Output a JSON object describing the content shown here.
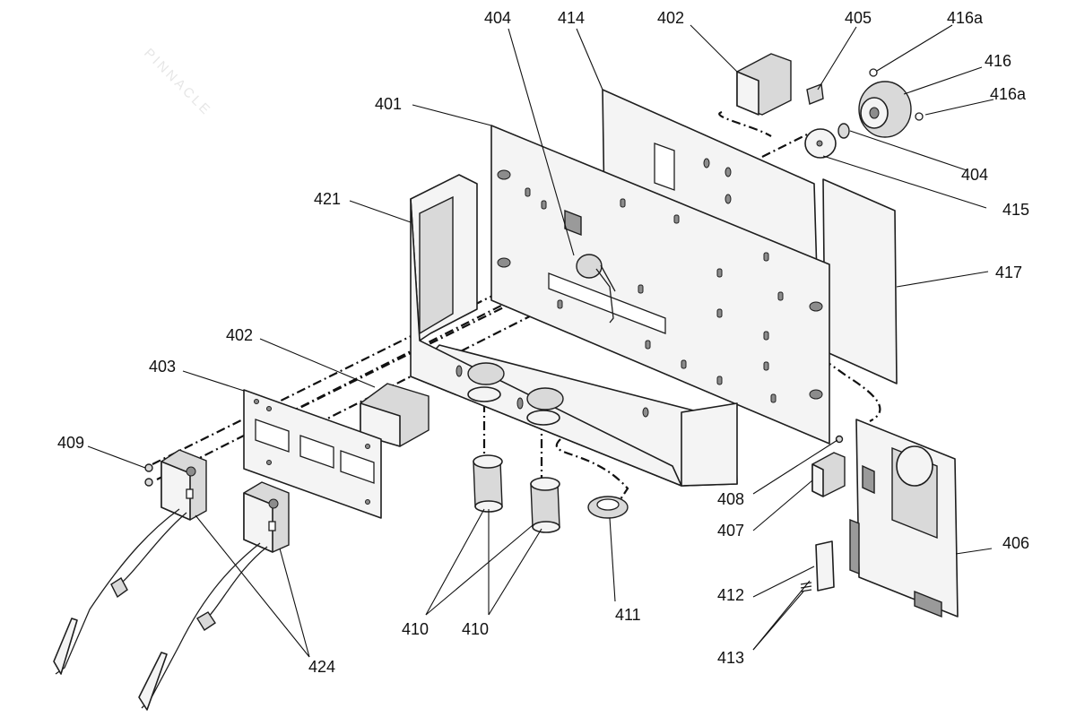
{
  "callouts": {
    "c401": "401",
    "c402a": "402",
    "c402b": "402",
    "c403": "403",
    "c404a": "404",
    "c404b": "404",
    "c405": "405",
    "c406": "406",
    "c407": "407",
    "c408": "408",
    "c409": "409",
    "c410a": "410",
    "c410b": "410",
    "c411": "411",
    "c412": "412",
    "c413": "413",
    "c414": "414",
    "c415": "415",
    "c416": "416",
    "c416a1": "416a",
    "c416a2": "416a",
    "c417": "417",
    "c421": "421",
    "c424": "424"
  },
  "watermark": "PINNACLE"
}
